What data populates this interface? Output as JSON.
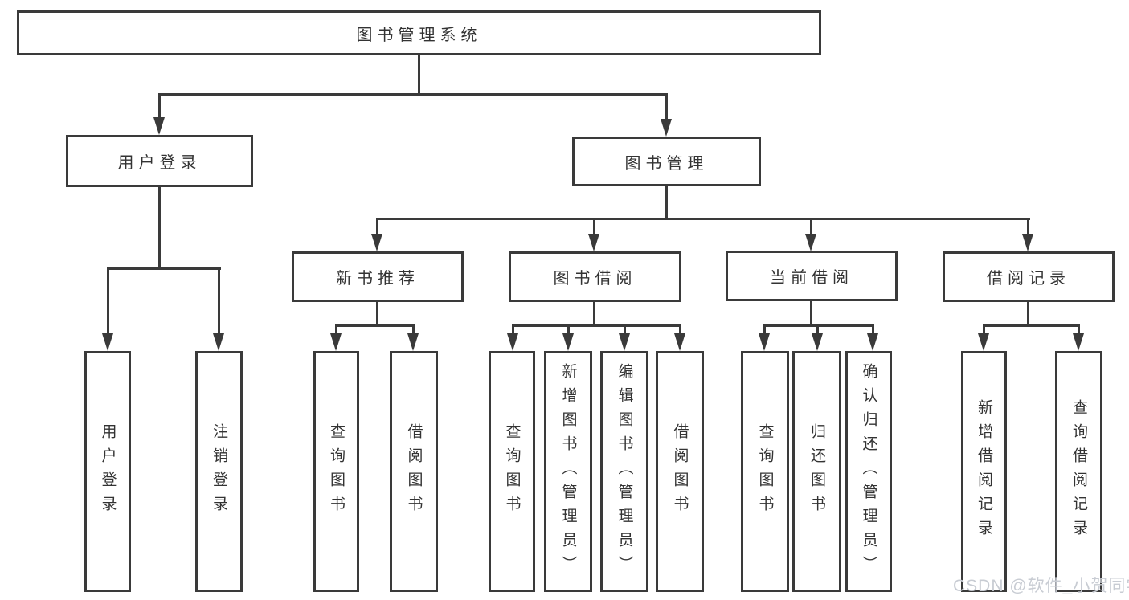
{
  "colors": {
    "line": "#3a3a3a",
    "text": "#333333",
    "background": "#ffffff",
    "watermark": "#c8ccd3"
  },
  "root": {
    "label": "图书管理系统"
  },
  "branches": [
    {
      "label": "用户登录",
      "children": [
        {
          "label": "用户登录"
        },
        {
          "label": "注销登录"
        }
      ]
    },
    {
      "label": "图书管理",
      "children": [
        {
          "label": "新书推荐",
          "children": [
            {
              "label": "查询图书"
            },
            {
              "label": "借阅图书"
            }
          ]
        },
        {
          "label": "图书借阅",
          "children": [
            {
              "label": "查询图书"
            },
            {
              "label": "新增图书（管理员）"
            },
            {
              "label": "编辑图书（管理员）"
            },
            {
              "label": "借阅图书"
            }
          ]
        },
        {
          "label": "当前借阅",
          "children": [
            {
              "label": "查询图书"
            },
            {
              "label": "归还图书"
            },
            {
              "label": "确认归还（管理员）"
            }
          ]
        },
        {
          "label": "借阅记录",
          "children": [
            {
              "label": "新增借阅记录"
            },
            {
              "label": "查询借阅记录"
            }
          ]
        }
      ]
    }
  ],
  "watermark": "CSDN @软件_小贺同学"
}
